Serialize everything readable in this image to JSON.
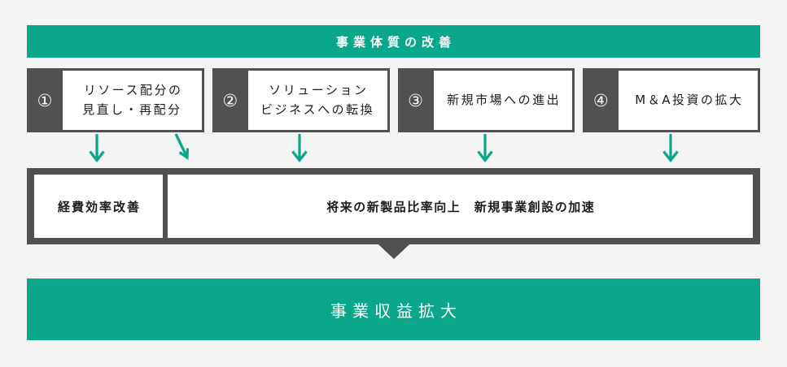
{
  "palette": {
    "green": "#0BA78B",
    "dark": "#515151",
    "bg": "#F4F4F4",
    "text": "#1C1C1C"
  },
  "top_banner": {
    "label": "事業体質の改善"
  },
  "strategy_boxes": [
    {
      "number": "①",
      "text": "リソース配分の\n見直し・再配分"
    },
    {
      "number": "②",
      "text": "ソリューション\nビジネスへの転換"
    },
    {
      "number": "③",
      "text": "新規市場への進出"
    },
    {
      "number": "④",
      "text": "M＆A投資の拡大"
    }
  ],
  "icons": {
    "down_arrow": "↓",
    "down_right_arrow": "↘",
    "down_triangle": "▼"
  },
  "outcome_panel": {
    "left_label": "経費効率改善",
    "right_label": "将来の新製品比率向上　新規事業創設の加速"
  },
  "bottom_banner": {
    "label": "事業収益拡大"
  }
}
